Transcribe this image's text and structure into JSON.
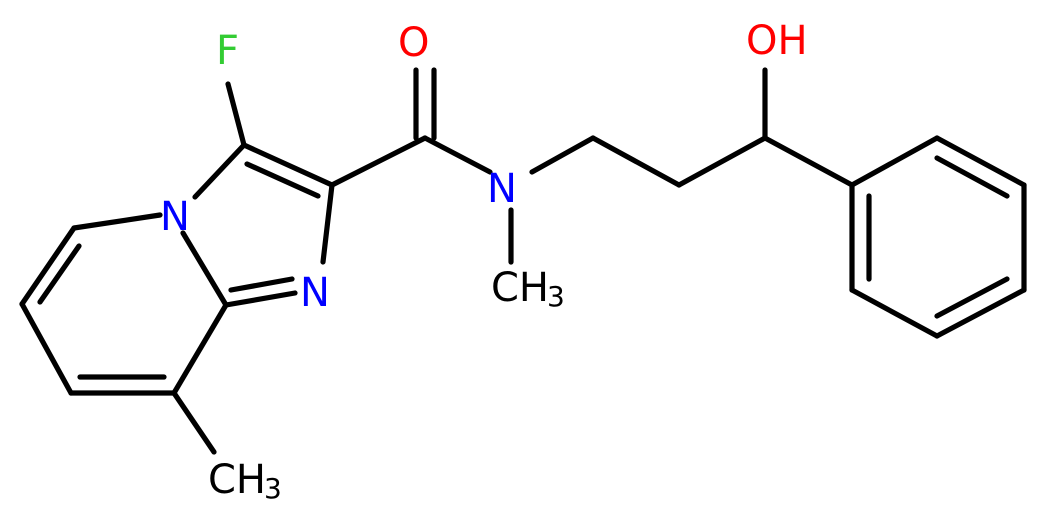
{
  "molecule": {
    "labels": {
      "fluorine": "F",
      "carbonyl_oxygen": "O",
      "hydroxyl": "OH",
      "pyridine_nitrogen": "N",
      "imidazole_nitrogen": "N",
      "amide_nitrogen": "N",
      "n_methyl_c": "CH",
      "n_methyl_sub": "3",
      "ring_methyl_c": "CH",
      "ring_methyl_sub": "3"
    },
    "colors": {
      "bond": "#000000",
      "nitrogen": "#0000ff",
      "oxygen": "#ff0000",
      "fluorine": "#33cc33",
      "carbon_label": "#000000"
    }
  }
}
